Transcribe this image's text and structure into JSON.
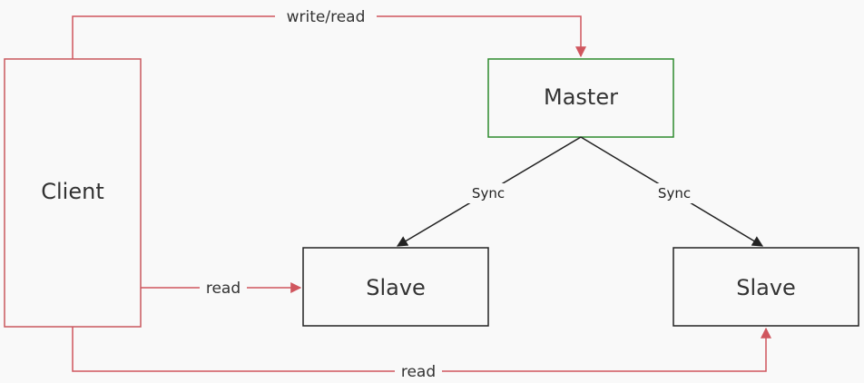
{
  "nodes": {
    "client": {
      "label": "Client",
      "stroke": "#c9585e"
    },
    "master": {
      "label": "Master",
      "stroke": "#2e8b2e"
    },
    "slave_left": {
      "label": "Slave",
      "stroke": "#222222"
    },
    "slave_right": {
      "label": "Slave",
      "stroke": "#222222"
    }
  },
  "edges": {
    "client_master": {
      "label": "write/read",
      "color": "#d0565e"
    },
    "client_slave_left": {
      "label": "read",
      "color": "#d0565e"
    },
    "client_slave_right": {
      "label": "read",
      "color": "#d0565e"
    },
    "master_slave_left": {
      "label": "Sync",
      "color": "#222222"
    },
    "master_slave_right": {
      "label": "Sync",
      "color": "#222222"
    }
  }
}
